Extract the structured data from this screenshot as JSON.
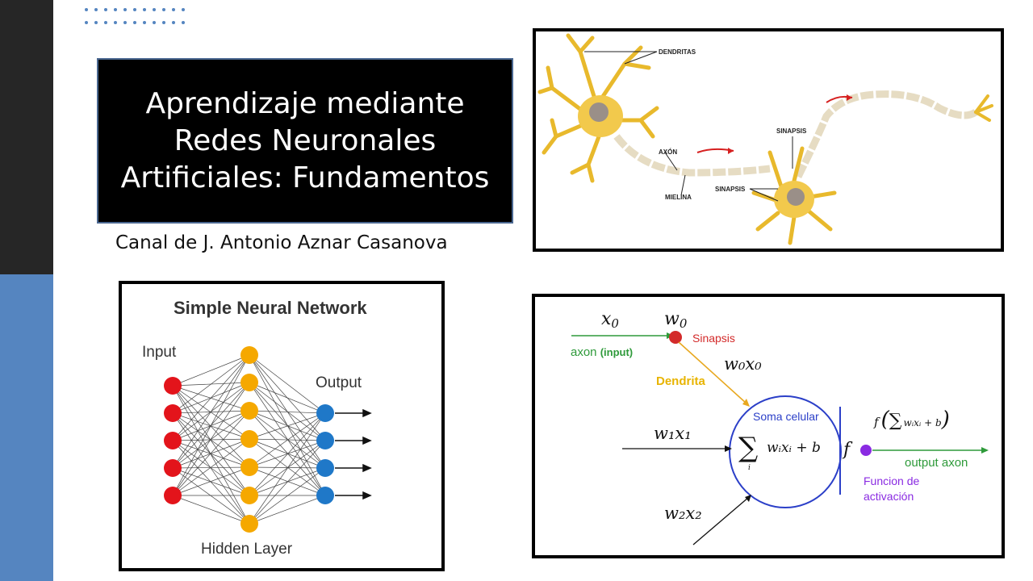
{
  "slide": {
    "title_lines": [
      "Aprendizaje mediante",
      "Redes Neuronales",
      "Artificiales: Fundamentos"
    ],
    "subtitle": "Canal de J. Antonio Aznar Casanova",
    "colors": {
      "dark_bar": "#262626",
      "blue_bar": "#5585c0",
      "title_bg": "#000000"
    }
  },
  "neuron_diagram": {
    "dendritas": "DENDRITAS",
    "axon": "AXÓN",
    "mielina": "MIELINA",
    "sinapsis_top": "SINAPSIS",
    "sinapsis_bottom": "SINAPSIS"
  },
  "network_diagram": {
    "title": "Simple Neural Network",
    "input": "Input",
    "output": "Output",
    "hidden": "Hidden Layer",
    "colors": {
      "input": "#e3141b",
      "hidden": "#f5a800",
      "output": "#1f78c8"
    }
  },
  "perceptron": {
    "x0": "x",
    "x0_sub": "0",
    "w0": "w",
    "w0_sub": "0",
    "sinapsis": "Sinapsis",
    "axon_input": "axon",
    "input_paren": "(input)",
    "w0x0": "w₀x₀",
    "dendrita": "Dendrita",
    "soma": "Soma celular",
    "sum_expr": "wᵢxᵢ + b",
    "f_label": "f",
    "w1x1": "w₁x₁",
    "w2x2": "w₂x₂",
    "f_sum": "f",
    "f_sum_inner": "wᵢxᵢ + b",
    "output_axon": "output axon",
    "funcion1": "Funcion de",
    "funcion2": "activación"
  }
}
